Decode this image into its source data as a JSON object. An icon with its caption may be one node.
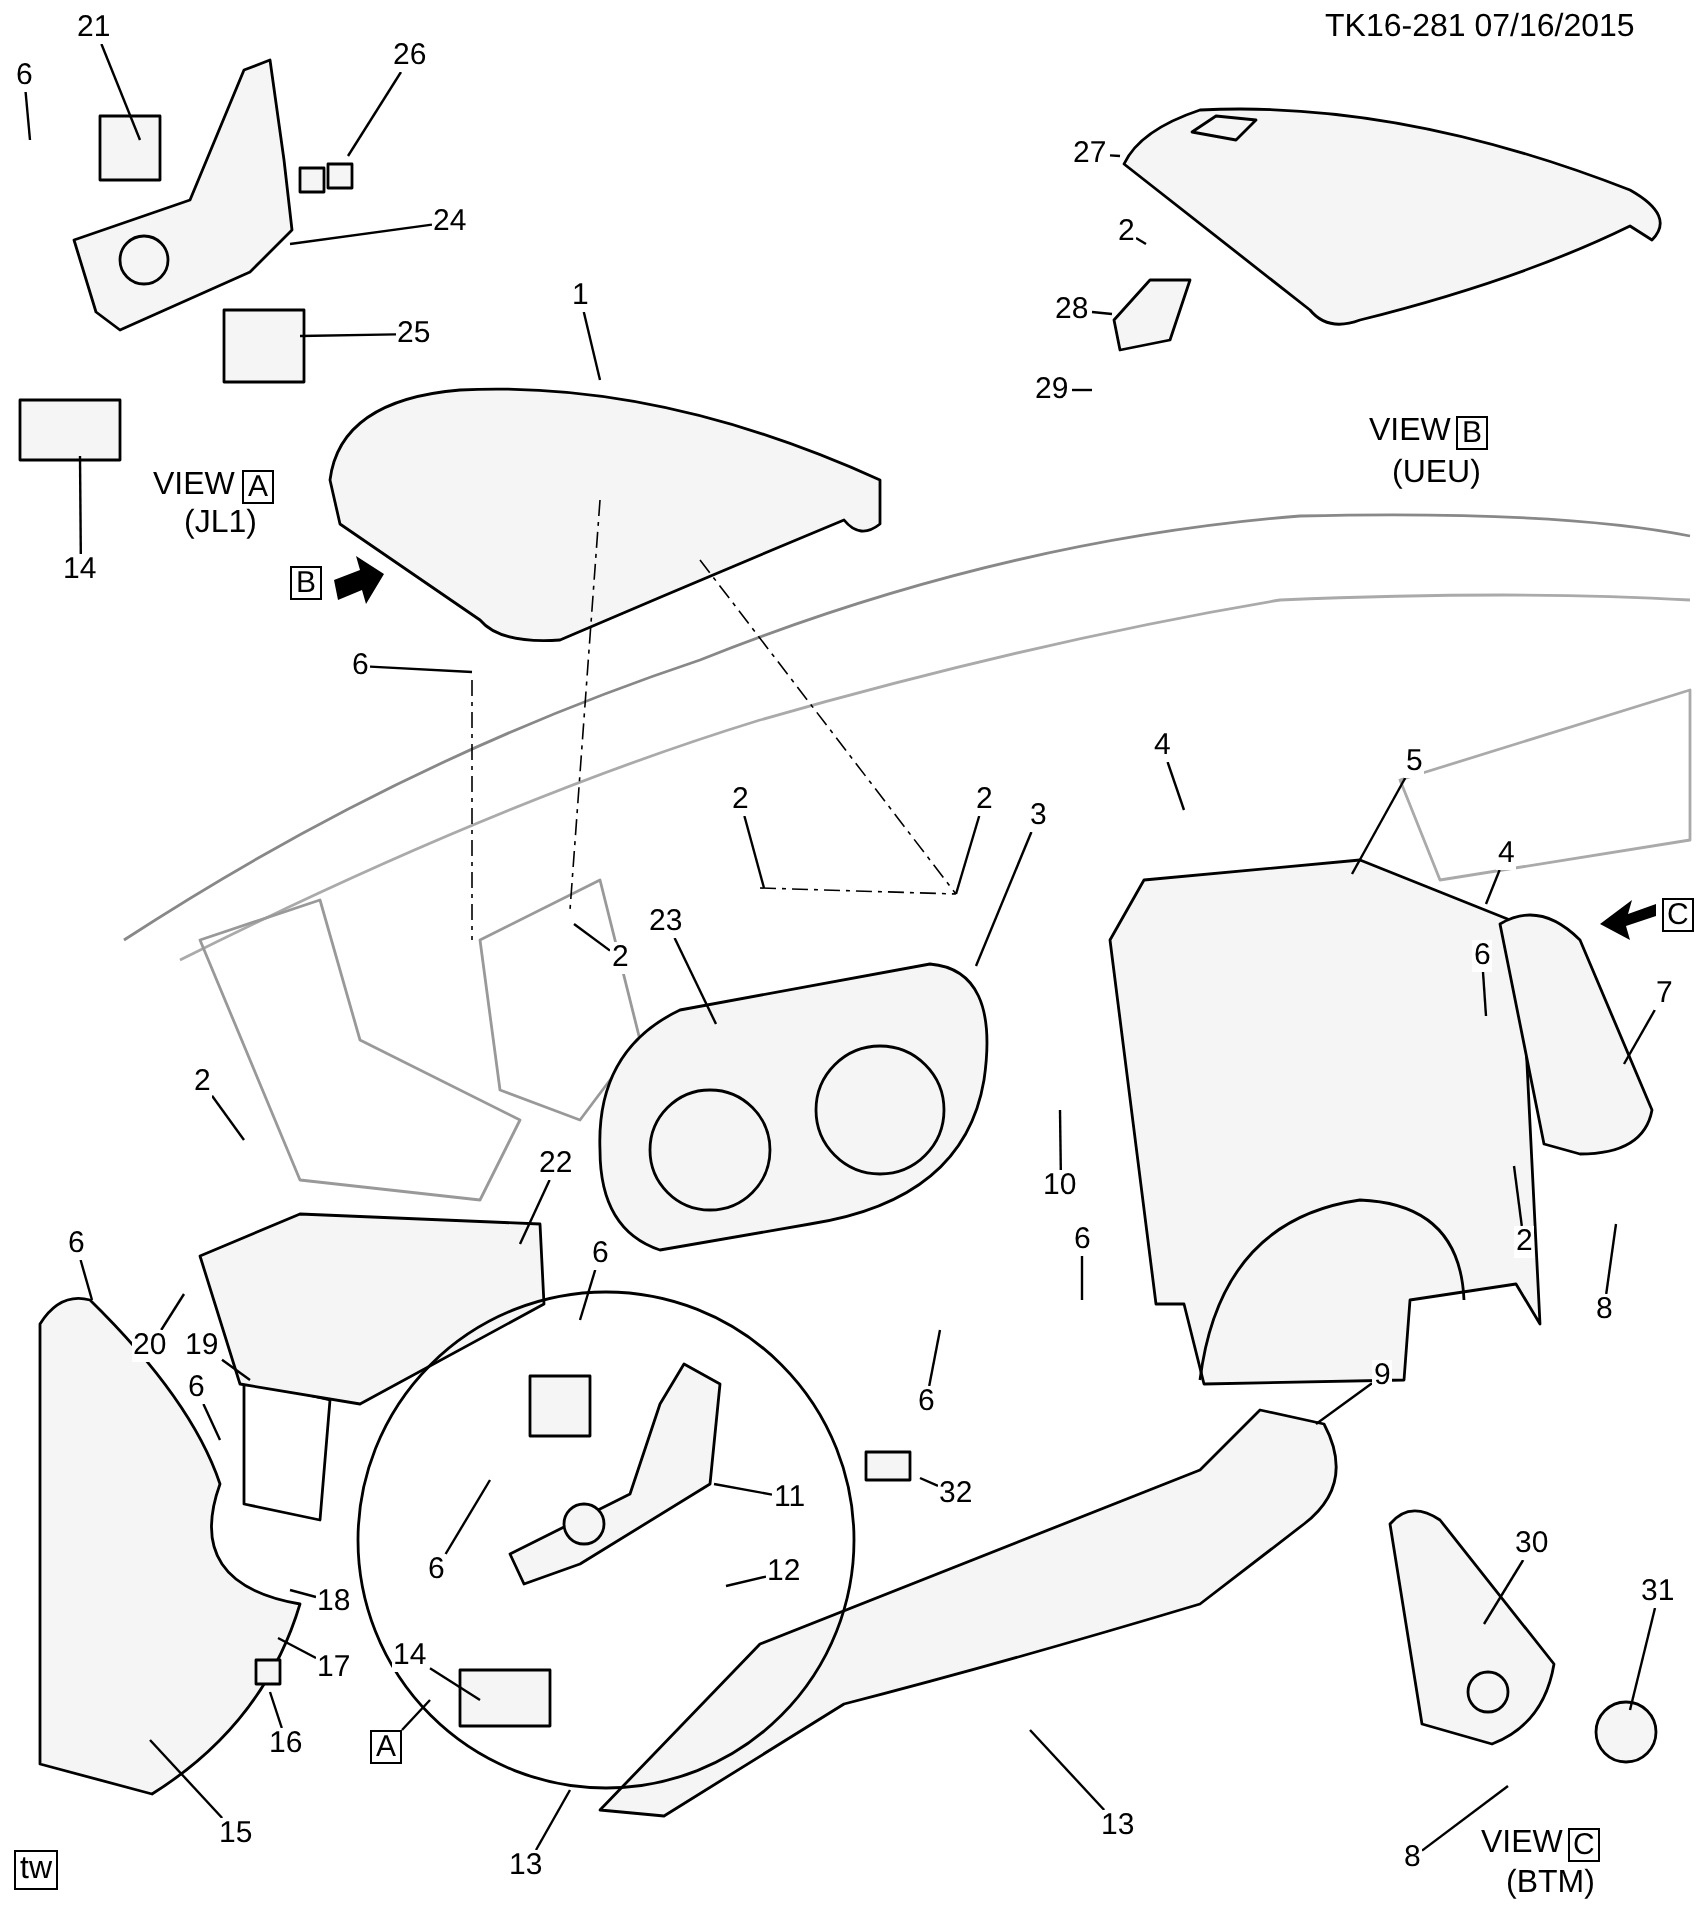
{
  "diagram": {
    "nodes": [
      {
        "text": [
          "21"
        ]
      },
      {
        "text": [
          "6"
        ]
      },
      {
        "text": [
          "26"
        ]
      },
      {
        "text": [
          "24"
        ]
      },
      {
        "text": [
          "25"
        ]
      },
      {
        "text": [
          "14"
        ]
      },
      {
        "text": [
          "1"
        ]
      },
      {
        "text": [
          "27"
        ]
      },
      {
        "text": [
          "2"
        ]
      },
      {
        "text": [
          "28"
        ]
      },
      {
        "text": [
          "29"
        ]
      },
      {
        "text": [
          "6"
        ]
      },
      {
        "text": [
          "2"
        ]
      },
      {
        "text": [
          "2"
        ]
      },
      {
        "text": [
          "3"
        ]
      },
      {
        "text": [
          "4"
        ]
      },
      {
        "text": [
          "5"
        ]
      },
      {
        "text": [
          "4"
        ]
      },
      {
        "text": [
          "2"
        ]
      },
      {
        "text": [
          "23"
        ]
      },
      {
        "text": [
          "6"
        ]
      },
      {
        "text": [
          "7"
        ]
      },
      {
        "text": [
          "2"
        ]
      },
      {
        "text": [
          "10"
        ]
      },
      {
        "text": [
          "2"
        ]
      },
      {
        "text": [
          "8"
        ]
      },
      {
        "text": [
          "22"
        ]
      },
      {
        "text": [
          "6"
        ]
      },
      {
        "text": [
          "6"
        ]
      },
      {
        "text": [
          "6"
        ]
      },
      {
        "text": [
          "20"
        ]
      },
      {
        "text": [
          "19"
        ]
      },
      {
        "text": [
          "6"
        ]
      },
      {
        "text": [
          "9"
        ]
      },
      {
        "text": [
          "6"
        ]
      },
      {
        "text": [
          "32"
        ]
      },
      {
        "text": [
          "11"
        ]
      },
      {
        "text": [
          "6"
        ]
      },
      {
        "text": [
          "12"
        ]
      },
      {
        "text": [
          "18"
        ]
      },
      {
        "text": [
          "17"
        ]
      },
      {
        "text": [
          "30"
        ]
      },
      {
        "text": [
          "31"
        ]
      },
      {
        "text": [
          "14"
        ]
      },
      {
        "text": [
          "16"
        ]
      },
      {
        "text": [
          "15"
        ]
      },
      {
        "text": [
          "A"
        ]
      },
      {
        "text": [
          "13"
        ]
      },
      {
        "text": [
          "13"
        ]
      },
      {
        "text": [
          "8"
        ]
      },
      {
        "text": [
          "A"
        ]
      },
      {
        "text": [
          "B"
        ]
      },
      {
        "text": [
          "B"
        ]
      },
      {
        "text": [
          "C"
        ]
      },
      {
        "text": [
          "C"
        ]
      }
    ],
    "edges": [
      {
        "from": 0,
        "to": null,
        "arrow": "none"
      },
      {
        "from": 1,
        "to": null,
        "arrow": "none"
      },
      {
        "from": 2,
        "to": null,
        "arrow": "none"
      },
      {
        "from": 3,
        "to": null,
        "arrow": "none"
      },
      {
        "from": 4,
        "to": null,
        "arrow": "none"
      },
      {
        "from": 5,
        "to": null,
        "arrow": "none"
      },
      {
        "from": 6,
        "to": null,
        "arrow": "none"
      },
      {
        "from": 7,
        "to": null,
        "arrow": "none"
      },
      {
        "from": 8,
        "to": null,
        "arrow": "none"
      },
      {
        "from": 9,
        "to": null,
        "arrow": "none"
      },
      {
        "from": 10,
        "to": null,
        "arrow": "none"
      },
      {
        "from": 11,
        "to": null,
        "arrow": "none"
      },
      {
        "from": 12,
        "to": null,
        "arrow": "none"
      },
      {
        "from": 13,
        "to": null,
        "arrow": "none"
      },
      {
        "from": 14,
        "to": null,
        "arrow": "none"
      },
      {
        "from": 15,
        "to": null,
        "arrow": "none"
      },
      {
        "from": 16,
        "to": null,
        "arrow": "none"
      },
      {
        "from": 17,
        "to": null,
        "arrow": "none"
      },
      {
        "from": 18,
        "to": null,
        "arrow": "none"
      },
      {
        "from": 19,
        "to": null,
        "arrow": "none"
      },
      {
        "from": 20,
        "to": null,
        "arrow": "none"
      },
      {
        "from": 21,
        "to": null,
        "arrow": "none"
      },
      {
        "from": 22,
        "to": null,
        "arrow": "none"
      },
      {
        "from": 23,
        "to": null,
        "arrow": "none"
      },
      {
        "from": 24,
        "to": null,
        "arrow": "none"
      },
      {
        "from": 25,
        "to": null,
        "arrow": "none"
      },
      {
        "from": 26,
        "to": null,
        "arrow": "none"
      },
      {
        "from": 27,
        "to": null,
        "arrow": "none"
      },
      {
        "from": 28,
        "to": null,
        "arrow": "none"
      },
      {
        "from": 29,
        "to": null,
        "arrow": "none"
      },
      {
        "from": 30,
        "to": null,
        "arrow": "none"
      },
      {
        "from": 31,
        "to": null,
        "arrow": "none"
      },
      {
        "from": 32,
        "to": null,
        "arrow": "none"
      },
      {
        "from": 33,
        "to": null,
        "arrow": "none"
      },
      {
        "from": 34,
        "to": null,
        "arrow": "none"
      },
      {
        "from": 35,
        "to": null,
        "arrow": "none"
      },
      {
        "from": 36,
        "to": null,
        "arrow": "none"
      },
      {
        "from": 37,
        "to": null,
        "arrow": "none"
      },
      {
        "from": 38,
        "to": null,
        "arrow": "none"
      },
      {
        "from": 39,
        "to": null,
        "arrow": "none"
      },
      {
        "from": 40,
        "to": null,
        "arrow": "none"
      },
      {
        "from": 41,
        "to": null,
        "arrow": "none"
      },
      {
        "from": 42,
        "to": null,
        "arrow": "none"
      },
      {
        "from": 43,
        "to": null,
        "arrow": "none"
      },
      {
        "from": 44,
        "to": null,
        "arrow": "none"
      },
      {
        "from": 45,
        "to": null,
        "arrow": "none"
      },
      {
        "from": 46,
        "to": null,
        "arrow": "none"
      },
      {
        "from": 47,
        "to": null,
        "arrow": "none"
      },
      {
        "from": 48,
        "to": null,
        "arrow": "none"
      },
      {
        "from": 49,
        "to": null,
        "arrow": "none"
      }
    ],
    "labels": [
      "TK16-281 07/16/2015",
      "VIEW",
      "(JL1)",
      "VIEW",
      "(UEU)",
      "VIEW",
      "(BTM)",
      "tw"
    ]
  }
}
